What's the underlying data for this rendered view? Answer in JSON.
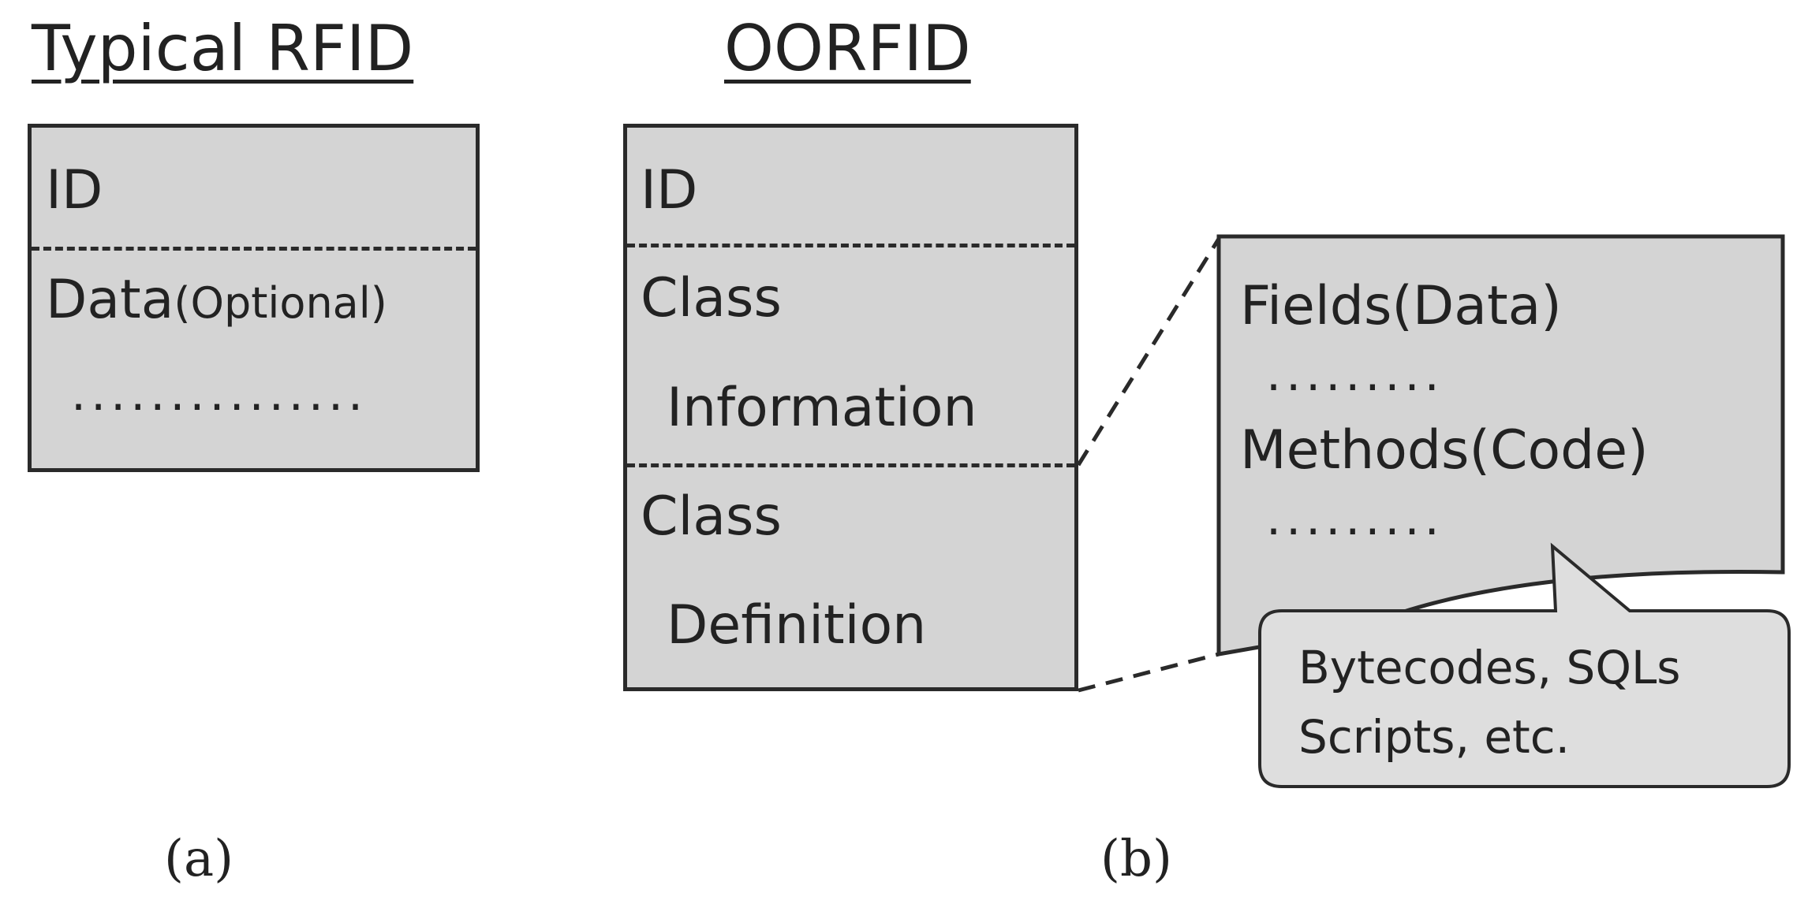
{
  "panel_a": {
    "heading": "Typical RFID",
    "box": {
      "id_label": "ID",
      "data_label": "Data",
      "data_suffix": "(Optional)",
      "dots": "..............."
    },
    "caption": "(a)"
  },
  "panel_b": {
    "heading": "OORFID",
    "box": {
      "id_label": "ID",
      "class_info_line1": "Class",
      "class_info_line2": "Information",
      "class_def_line1": "Class",
      "class_def_line2": "Definition"
    },
    "detail": {
      "fields_label": "Fields(Data)",
      "fields_dots": ".........",
      "methods_label": "Methods(Code)",
      "methods_dots": "........."
    },
    "callout": {
      "line1": "Bytecodes, SQLs",
      "line2": "Scripts, etc."
    },
    "caption": "(b)"
  },
  "colors": {
    "box_fill": "#d4d4d4",
    "stroke": "#2a2a2a",
    "callout_fill": "#dedede",
    "text": "#222222"
  }
}
